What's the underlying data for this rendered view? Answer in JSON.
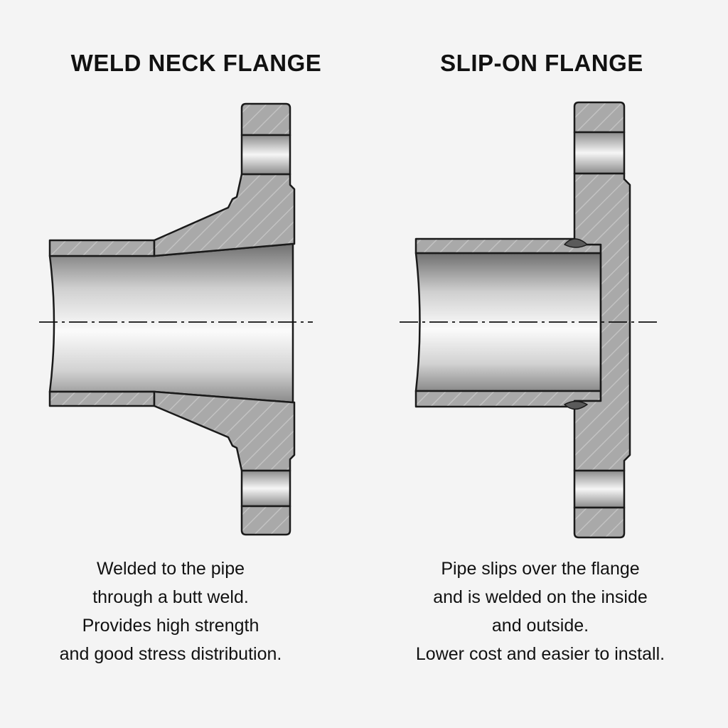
{
  "left": {
    "title": "WELD NECK FLANGE",
    "description": [
      "Welded to the pipe",
      "through a butt weld.",
      "Provides high strength",
      "and good stress distribution."
    ]
  },
  "right": {
    "title": "SLIP-ON FLANGE",
    "description": [
      "Pipe slips over the flange",
      "and is welded on the inside",
      "and outside.",
      "Lower cost and easier to install."
    ]
  }
}
